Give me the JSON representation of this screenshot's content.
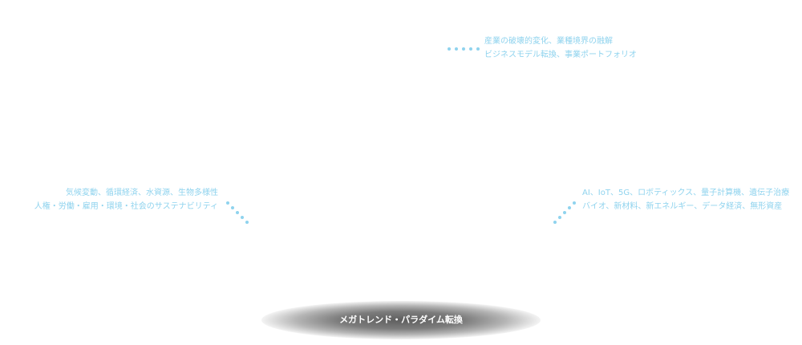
{
  "callouts": {
    "top": {
      "line1": "産業の破壊的変化、業種境界の融解",
      "line2": "ビジネスモデル転換、事業ポートフォリオ"
    },
    "left": {
      "line1": "気候変動、循環経済、水資源、生物多様性",
      "line2": "人権・労働・雇用・環境・社会のサステナビリティ"
    },
    "right": {
      "line1": "AI、IoT、5G、ロボティックス、量子計算機、遺伝子治療",
      "line2": "バイオ、新材料、新エネルギー、データ経済、無形資産"
    }
  },
  "center_label": "メガトレンド・パラダイム転換",
  "colors": {
    "callout_text": "#8fd3ee",
    "dots": "#8fd3ee",
    "ellipse_dark": "#5e5e5e",
    "ellipse_light": "#f4f4f4",
    "label": "#ffffff"
  }
}
